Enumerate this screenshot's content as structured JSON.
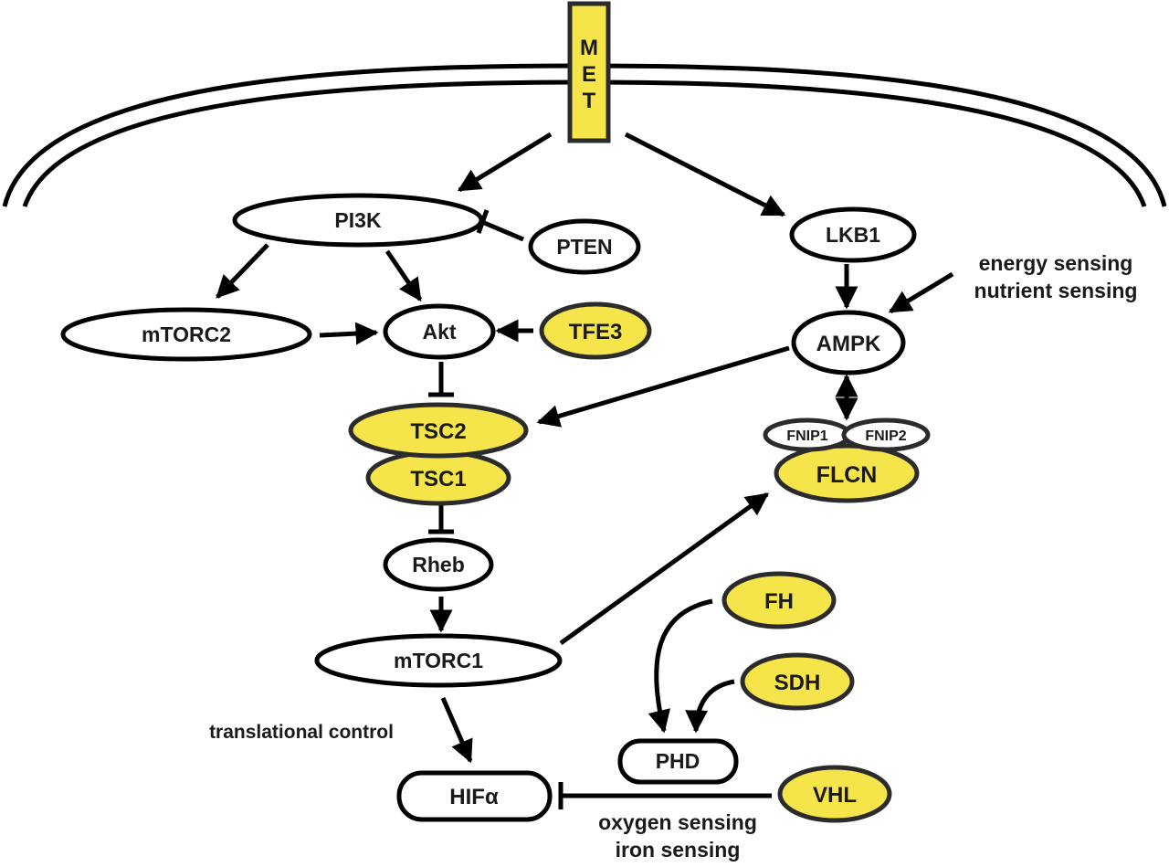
{
  "colors": {
    "highlight": "#f5e54a",
    "stroke": "#000000",
    "highlight_stroke": "#2b2b2b",
    "background": "#ffffff"
  },
  "receptor": {
    "label": "MET",
    "letters": [
      "M",
      "E",
      "T"
    ]
  },
  "nodes": {
    "pi3k": "PI3K",
    "pten": "PTEN",
    "lkb1": "LKB1",
    "mtorc2": "mTORC2",
    "akt": "Akt",
    "tfe3": "TFE3",
    "ampk": "AMPK",
    "tsc2": "TSC2",
    "tsc1": "TSC1",
    "fnip1": "FNIP1",
    "fnip2": "FNIP2",
    "flcn": "FLCN",
    "rheb": "Rheb",
    "mtorc1": "mTORC1",
    "fh": "FH",
    "sdh": "SDH",
    "phd": "PHD",
    "hifa": "HIFα",
    "vhl": "VHL"
  },
  "annotations": {
    "energy": "energy sensing",
    "nutrient": "nutrient sensing",
    "translational": "translational control",
    "oxygen": "oxygen sensing",
    "iron": "iron sensing"
  },
  "highlighted_nodes": [
    "MET",
    "TFE3",
    "TSC2",
    "TSC1",
    "FLCN",
    "FH",
    "SDH",
    "VHL"
  ]
}
